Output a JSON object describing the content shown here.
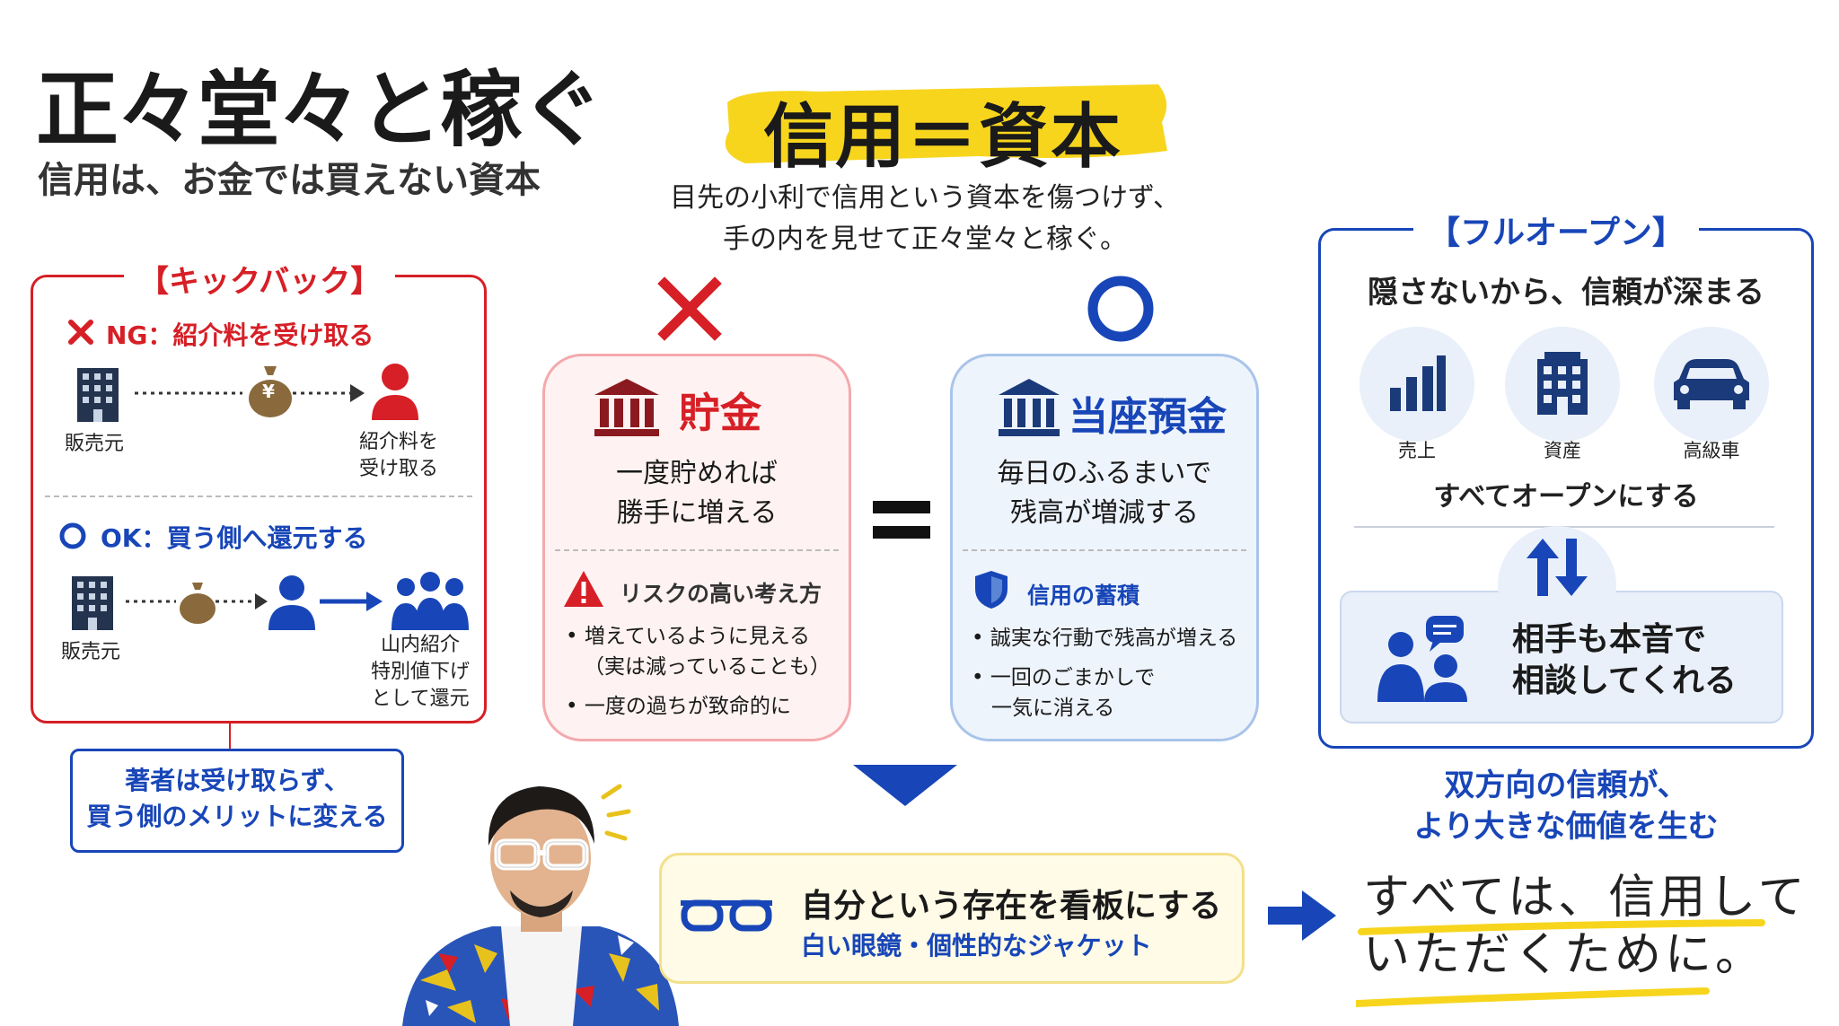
{
  "header": {
    "title": "正々堂々と稼ぐ",
    "subtitle": "信用は、お金では買えない資本"
  },
  "center": {
    "heading": "信用＝資本",
    "desc_line1": "目先の小利で信用という資本を傷つけず、",
    "desc_line2": "手の内を見せて正々堂々と稼ぐ。",
    "equals": "＝"
  },
  "kickback": {
    "title": "【キックバック】",
    "ng_label": "NG：紹介料を受け取る",
    "ng_seller": "販売元",
    "ng_receiver_line1": "紹介料を",
    "ng_receiver_line2": "受け取る",
    "ok_label": "OK：買う側へ還元する",
    "ok_seller": "販売元",
    "ok_result_line1": "山内紹介",
    "ok_result_line2": "特別値下げ",
    "ok_result_line3": "として還元",
    "yen": "¥",
    "note_line1": "著者は受け取らず、",
    "note_line2": "買う側のメリットに変える"
  },
  "savings": {
    "mark": "×",
    "title": "貯金",
    "text_line1": "一度貯めれば",
    "text_line2": "勝手に増える",
    "risk_label": "リスクの高い考え方",
    "bullet1": "増えているように見える",
    "bullet1b": "（実は減っていることも）",
    "bullet2": "一度の過ちが致命的に"
  },
  "checking": {
    "mark": "○",
    "title": "当座預金",
    "text_line1": "毎日のふるまいで",
    "text_line2": "残高が増減する",
    "trust_label": "信用の蓄積",
    "bullet1": "誠実な行動で残高が増える",
    "bullet2": "一回のごまかしで",
    "bullet2b": "一気に消える"
  },
  "fullopen": {
    "title": "【フルオープン】",
    "subtitle": "隠さないから、信頼が深まる",
    "icons": [
      {
        "label": "売上",
        "icon": "bar-chart-icon"
      },
      {
        "label": "資産",
        "icon": "building-icon"
      },
      {
        "label": "高級車",
        "icon": "car-icon"
      }
    ],
    "open_text": "すべてオープンにする",
    "consult_line1": "相手も本音で",
    "consult_line2": "相談してくれる",
    "result_line1": "双方向の信頼が、",
    "result_line2": "より大きな価値を生む"
  },
  "bottom": {
    "glasses_title": "自分という存在を看板にする",
    "glasses_sub": "白い眼鏡・個性的なジャケット",
    "handwriting_line1": "すべては、信用して",
    "handwriting_line2": "いただくために。"
  },
  "colors": {
    "red": "#d61f26",
    "blue": "#1846b8",
    "yellow": "#f7d51d",
    "pink_bg": "#fff2f2",
    "blue_bg": "#eef4fc"
  }
}
